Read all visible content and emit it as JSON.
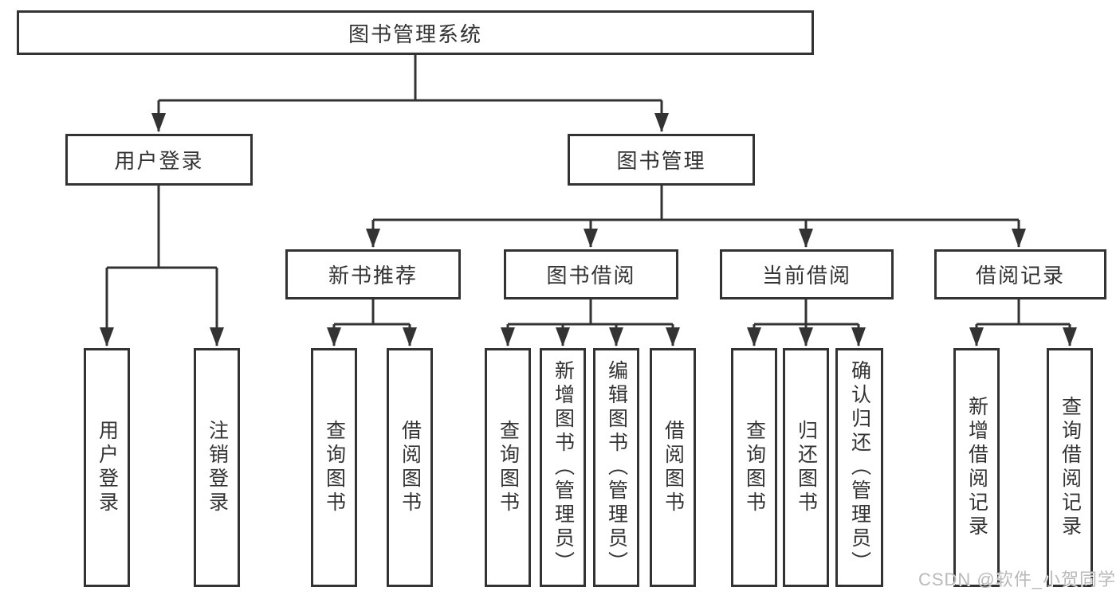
{
  "diagram": {
    "root": {
      "label": "图书管理系统"
    },
    "branches": [
      {
        "label": "用户登录",
        "children": [
          {
            "label": "用户登录"
          },
          {
            "label": "注销登录"
          }
        ]
      },
      {
        "label": "图书管理",
        "children": [
          {
            "label": "新书推荐",
            "children": [
              {
                "label": "查询图书"
              },
              {
                "label": "借阅图书"
              }
            ]
          },
          {
            "label": "图书借阅",
            "children": [
              {
                "label": "查询图书"
              },
              {
                "label": "新增图书（管理员）"
              },
              {
                "label": "编辑图书（管理员）"
              },
              {
                "label": "借阅图书"
              }
            ]
          },
          {
            "label": "当前借阅",
            "children": [
              {
                "label": "查询图书"
              },
              {
                "label": "归还图书"
              },
              {
                "label": "确认归还（管理员）"
              }
            ]
          },
          {
            "label": "借阅记录",
            "children": [
              {
                "label": "新增借阅记录"
              },
              {
                "label": "查询借阅记录"
              }
            ]
          }
        ]
      }
    ]
  },
  "watermark": {
    "text": "CSDN @软件_小贺同学"
  },
  "colors": {
    "line": "#333333",
    "text": "#333333",
    "background": "#ffffff",
    "watermark": "#b9b9b9"
  }
}
